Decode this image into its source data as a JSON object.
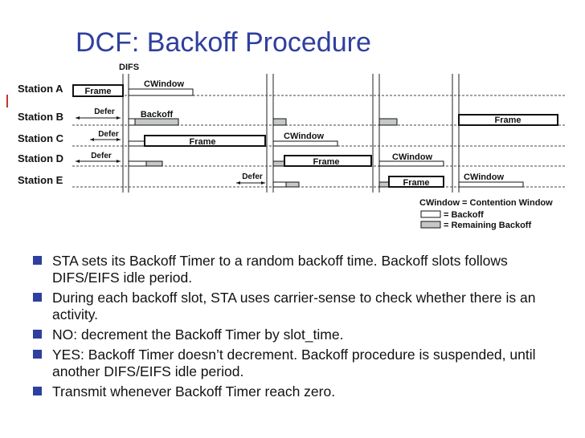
{
  "slide": {
    "title": "DCF: Backoff Procedure",
    "accent_color": "#2f3f9e"
  },
  "diagram": {
    "difs_label": "DIFS",
    "stations": [
      {
        "label": "Station A"
      },
      {
        "label": "Station B"
      },
      {
        "label": "Station C"
      },
      {
        "label": "Station D"
      },
      {
        "label": "Station E"
      }
    ],
    "box_labels": {
      "frame": "Frame",
      "cwindow": "CWindow",
      "backoff": "Backoff",
      "defer": "Defer"
    },
    "legend": {
      "cwindow_def": "CWindow = Contention Window",
      "backoff": "= Backoff",
      "remaining": "= Remaining Backoff"
    }
  },
  "bullets": [
    {
      "text": "STA sets its Backoff Timer to a random backoff time. Backoff slots follows DIFS/EIFS idle period."
    },
    {
      "text": "During each backoff slot, STA uses carrier-sense to check whether there is an activity."
    },
    {
      "text": "NO: decrement the Backoff Timer by slot_time."
    },
    {
      "text": "YES: Backoff Timer doesn’t decrement. Backoff procedure is suspended, until another DIFS/EIFS idle period."
    },
    {
      "text": "Transmit whenever Backoff Timer reach zero."
    }
  ]
}
